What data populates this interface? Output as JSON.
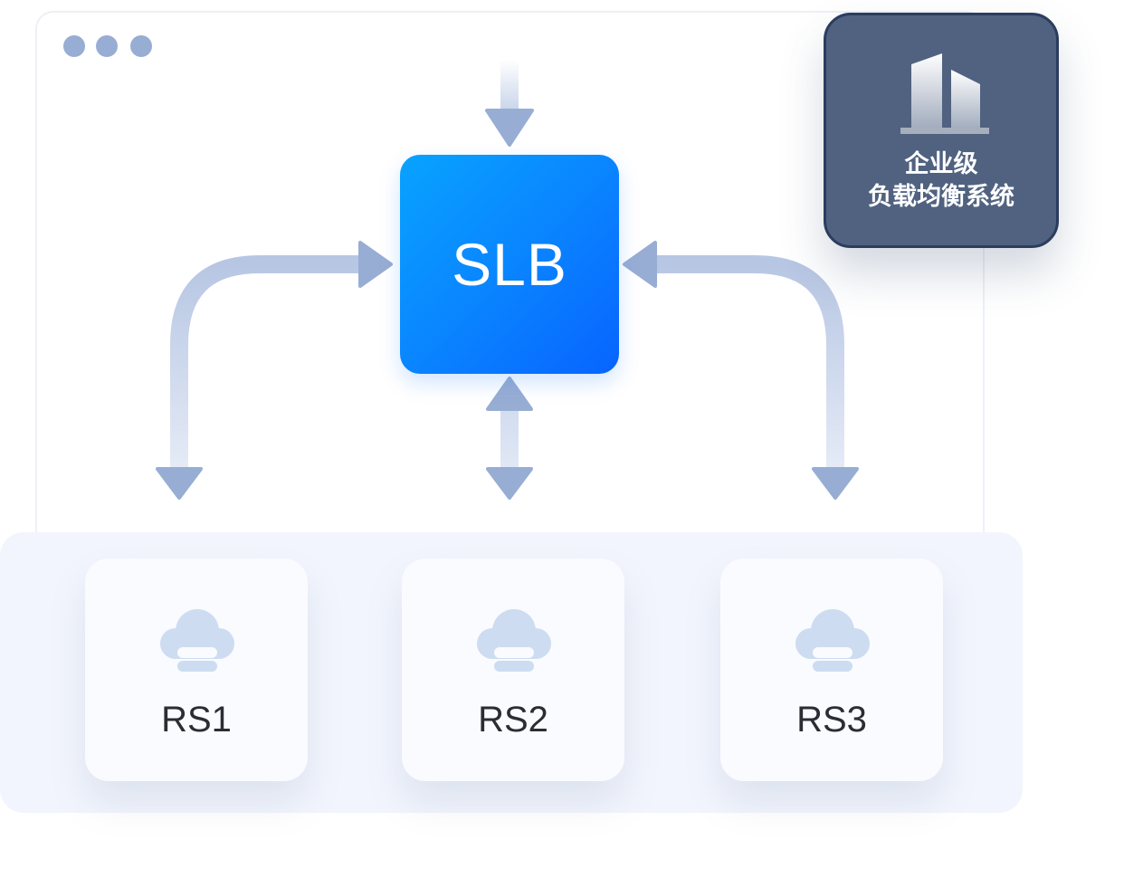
{
  "window": {
    "dots": [
      "window-dot",
      "window-dot",
      "window-dot"
    ]
  },
  "slb": {
    "label": "SLB"
  },
  "badge": {
    "line1": "企业级",
    "line2": "负载均衡系统",
    "icon": "building-icon"
  },
  "servers": [
    {
      "label": "RS1",
      "icon": "cloud-server-icon"
    },
    {
      "label": "RS2",
      "icon": "cloud-server-icon"
    },
    {
      "label": "RS3",
      "icon": "cloud-server-icon"
    }
  ],
  "colors": {
    "slb_start": "#08a3ff",
    "slb_end": "#0864ff",
    "arrow": "#98add3",
    "badge_bg": "#506280",
    "badge_border": "#2b3d5f",
    "pool_bg": "#f2f5fd",
    "server_bg": "#f9fbfe",
    "server_icon": "#cddcf1"
  }
}
